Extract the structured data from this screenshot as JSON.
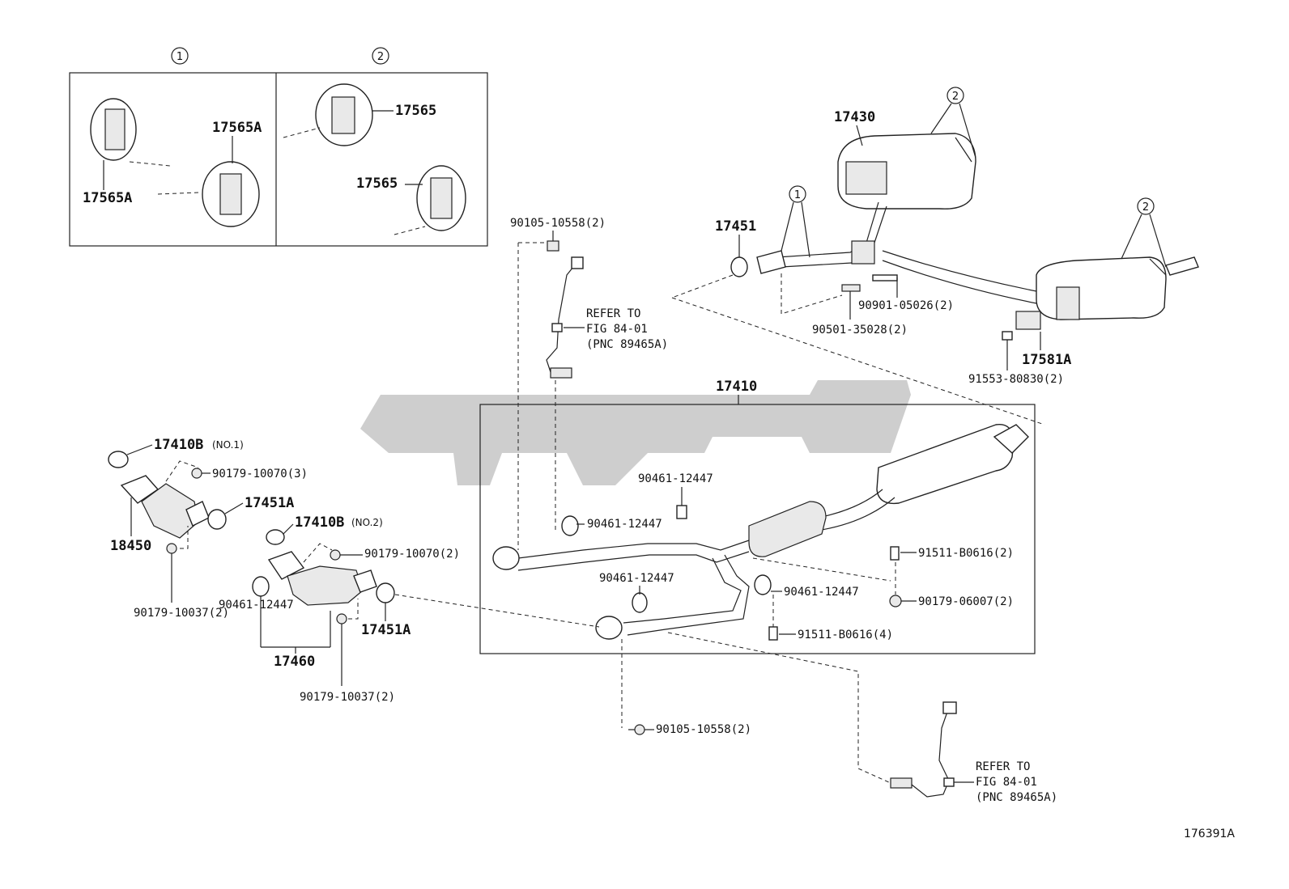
{
  "figure_id": "176391A",
  "inset": {
    "circle_1": "1",
    "circle_2": "2",
    "left_labels": {
      "a": "17565A",
      "b": "17565A"
    },
    "right_labels": {
      "a": "17565",
      "b": "17565"
    }
  },
  "callouts": {
    "c1": "1",
    "c2a": "2",
    "c2b": "2"
  },
  "labels": {
    "p17430": "17430",
    "p17451": "17451",
    "p90901": "90901-05026(2)",
    "p90501": "90501-35028(2)",
    "p17581a": "17581A",
    "p91553": "91553-80830(2)",
    "p90105_top": "90105-10558(2)",
    "refer_top_1": "REFER TO",
    "refer_top_2": "FIG 84-01",
    "refer_top_3": "(PNC 89465A)",
    "p17410": "17410",
    "p90461_a": "90461-12447",
    "p90461_b": "90461-12447",
    "p90461_c": "90461-12447",
    "p90461_d": "90461-12447",
    "p91511_a": "91511-B0616(2)",
    "p90179_06007": "90179-06007(2)",
    "p91511_b": "91511-B0616(4)",
    "p17410b_1": "17410B",
    "p17410b_1_note": "(NO.1)",
    "p90179_10070_3": "90179-10070(3)",
    "p17451a_1": "17451A",
    "p18450": "18450",
    "p90179_10037_a": "90179-10037(2)",
    "p17410b_2": "17410B",
    "p17410b_2_note": "(NO.2)",
    "p90179_10070_2": "90179-10070(2)",
    "p90461_e": "90461-12447",
    "p17451a_2": "17451A",
    "p17460": "17460",
    "p90179_10037_b": "90179-10037(2)",
    "p90105_bottom": "90105-10558(2)",
    "refer_bot_1": "REFER TO",
    "refer_bot_2": "FIG 84-01",
    "refer_bot_3": "(PNC 89465A)"
  }
}
